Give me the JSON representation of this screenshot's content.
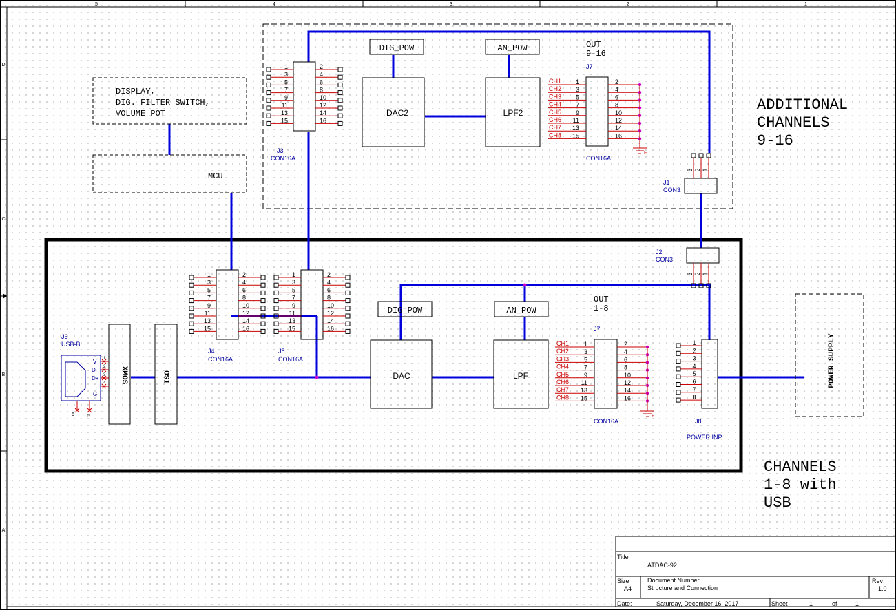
{
  "colors": {
    "wire": "#0000dd",
    "pin": "#cc0000",
    "label": "#0000a0",
    "junction": "#cc00cc"
  },
  "border": {
    "col_labels": [
      "5",
      "4",
      "3",
      "2",
      "1"
    ],
    "row_labels": [
      "D",
      "C",
      "B",
      "A"
    ]
  },
  "blocks": {
    "display_note": [
      "DISPLAY,",
      "DIG. FILTER SWITCH,",
      "VOLUME POT"
    ],
    "mcu": "MCU",
    "dig_pow_top": "DIG_POW",
    "an_pow_top": "AN_POW",
    "dac2": "DAC2",
    "lpf2": "LPF2",
    "out_top": [
      "OUT",
      "9-16"
    ],
    "dig_pow_bot": "DIG_POW",
    "an_pow_bot": "AN_POW",
    "dac": "DAC",
    "lpf": "LPF",
    "out_bot": [
      "OUT",
      "1-8"
    ],
    "xmos": "XMOS",
    "iso": "ISO",
    "power_supply": "POWER SUPPLY",
    "additional": [
      "ADDITIONAL",
      "CHANNELS",
      "9-16"
    ],
    "channels_usb": [
      "CHANNELS",
      "1-8 with",
      "USB"
    ]
  },
  "components": {
    "j3": {
      "ref": "J3",
      "value": "CON16A"
    },
    "j7_top": {
      "ref": "J7",
      "value": "CON16A"
    },
    "j1": {
      "ref": "J1",
      "value": "CON3"
    },
    "j2": {
      "ref": "J2",
      "value": "CON3"
    },
    "j4": {
      "ref": "J4",
      "value": "CON16A"
    },
    "j5": {
      "ref": "J5",
      "value": "CON16A"
    },
    "j7_bot": {
      "ref": "J7",
      "value": "CON16A"
    },
    "j6": {
      "ref": "J6",
      "value": "USB-B",
      "pins": [
        "V",
        "D-",
        "D+",
        "G"
      ],
      "pin_nums": [
        "1",
        "2",
        "3",
        "4"
      ],
      "shield_pins": [
        "6",
        "5"
      ]
    },
    "j8": {
      "ref": "J8",
      "value": "POWER INP",
      "pins": [
        "1",
        "2",
        "3",
        "4",
        "5",
        "6",
        "7",
        "8"
      ]
    }
  },
  "con16_left_pins": [
    "1",
    "3",
    "5",
    "7",
    "9",
    "11",
    "13",
    "15"
  ],
  "con16_right_pins": [
    "2",
    "4",
    "6",
    "8",
    "10",
    "12",
    "14",
    "16"
  ],
  "channel_labels": [
    "CH1",
    "CH2",
    "CH3",
    "CH4",
    "CH5",
    "CH6",
    "CH7",
    "CH8"
  ],
  "con3_pins": [
    "3",
    "2",
    "1"
  ],
  "ground_label": "F",
  "title_block": {
    "title_label": "Title",
    "title": "ATDAC-92",
    "size_label": "Size",
    "size": "A4",
    "docnum_label": "Document Number",
    "docnum": "Structure and Connection",
    "rev_label": "Rev",
    "rev": "1.0",
    "date_label": "Date:",
    "date": "Saturday, December 16, 2017",
    "sheet_label": "Sheet",
    "sheet": "1",
    "of_label": "of",
    "of": "1"
  }
}
